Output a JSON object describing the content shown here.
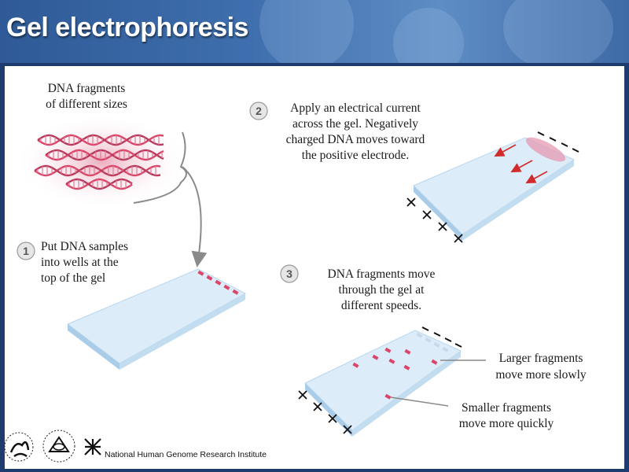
{
  "title": "Gel electrophoresis",
  "dna_label": [
    "DNA fragments",
    "of different sizes"
  ],
  "steps": [
    {
      "number": "1",
      "lines": [
        "Put DNA samples",
        "into wells at the",
        "top of the gel"
      ]
    },
    {
      "number": "2",
      "lines": [
        "Apply an electrical current",
        "across the gel. Negatively",
        "charged DNA moves toward",
        "the positive electrode."
      ]
    },
    {
      "number": "3",
      "lines": [
        "DNA fragments move",
        "through the gel at",
        "different speeds."
      ]
    }
  ],
  "callouts": {
    "larger": [
      "Larger fragments",
      "move more slowly"
    ],
    "smaller": [
      "Smaller fragments",
      "move more quickly"
    ]
  },
  "footer": {
    "institute": "National Human Genome Research Institute"
  },
  "colors": {
    "header_blue": "#3f6fae",
    "gel_top": "#dcecf9",
    "gel_side": "#a9cce9",
    "sample_pink": "#d9466a",
    "arrow_red": "#d22b2b",
    "connector_gray": "#8a8a8a"
  }
}
